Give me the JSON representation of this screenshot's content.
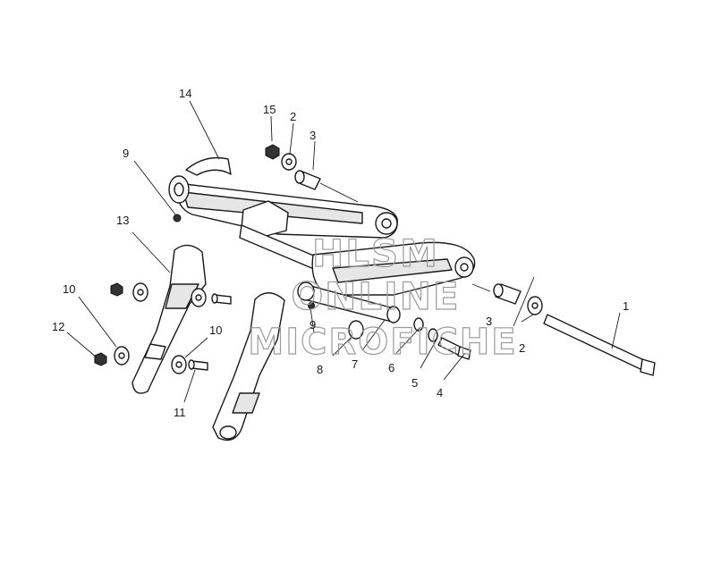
{
  "callouts": [
    {
      "id": "c1",
      "text": "1"
    },
    {
      "id": "c2a",
      "text": "2"
    },
    {
      "id": "c2b",
      "text": "2"
    },
    {
      "id": "c3a",
      "text": "3"
    },
    {
      "id": "c3b",
      "text": "3"
    },
    {
      "id": "c4",
      "text": "4"
    },
    {
      "id": "c5",
      "text": "5"
    },
    {
      "id": "c6",
      "text": "6"
    },
    {
      "id": "c7",
      "text": "7"
    },
    {
      "id": "c8",
      "text": "8"
    },
    {
      "id": "c9a",
      "text": "9"
    },
    {
      "id": "c9b",
      "text": "9"
    },
    {
      "id": "c10a",
      "text": "10"
    },
    {
      "id": "c10b",
      "text": "10"
    },
    {
      "id": "c11",
      "text": "11"
    },
    {
      "id": "c12",
      "text": "12"
    },
    {
      "id": "c13",
      "text": "13"
    },
    {
      "id": "c14",
      "text": "14"
    },
    {
      "id": "c15",
      "text": "15"
    }
  ],
  "watermark": {
    "line1": "HLSM",
    "line2": "ONLINE",
    "line3": "MICROFICHE",
    "color": "#9a9a9a"
  }
}
